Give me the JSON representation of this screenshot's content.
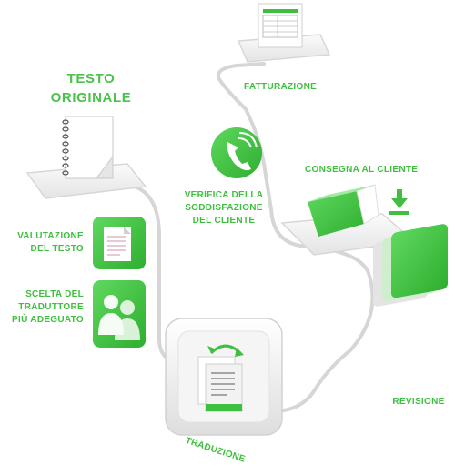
{
  "title": {
    "line1": "TESTO",
    "line2": "ORIGINALE"
  },
  "steps": {
    "valutazione": {
      "line1": "VALUTAZIONE",
      "line2": "DEL TESTO"
    },
    "scelta": {
      "line1": "SCELTA DEL",
      "line2": "TRADUTTORE",
      "line3": "PIÙ ADEGUATO"
    },
    "traduzione": {
      "label": "TRADUZIONE"
    },
    "revisione": {
      "label": "REVISIONE"
    },
    "consegna": {
      "label": "CONSEGNA AL CLIENTE"
    },
    "verifica": {
      "line1": "VERIFICA DELLA",
      "line2": "SODDISFAZIONE",
      "line3": "DEL CLIENTE"
    },
    "fatturazione": {
      "label": "FATTURAZIONE"
    }
  },
  "colors": {
    "green": "#3fbf3f",
    "green_light": "#6ee06e",
    "line": "#d4d4d4",
    "platform": "#ececec"
  }
}
